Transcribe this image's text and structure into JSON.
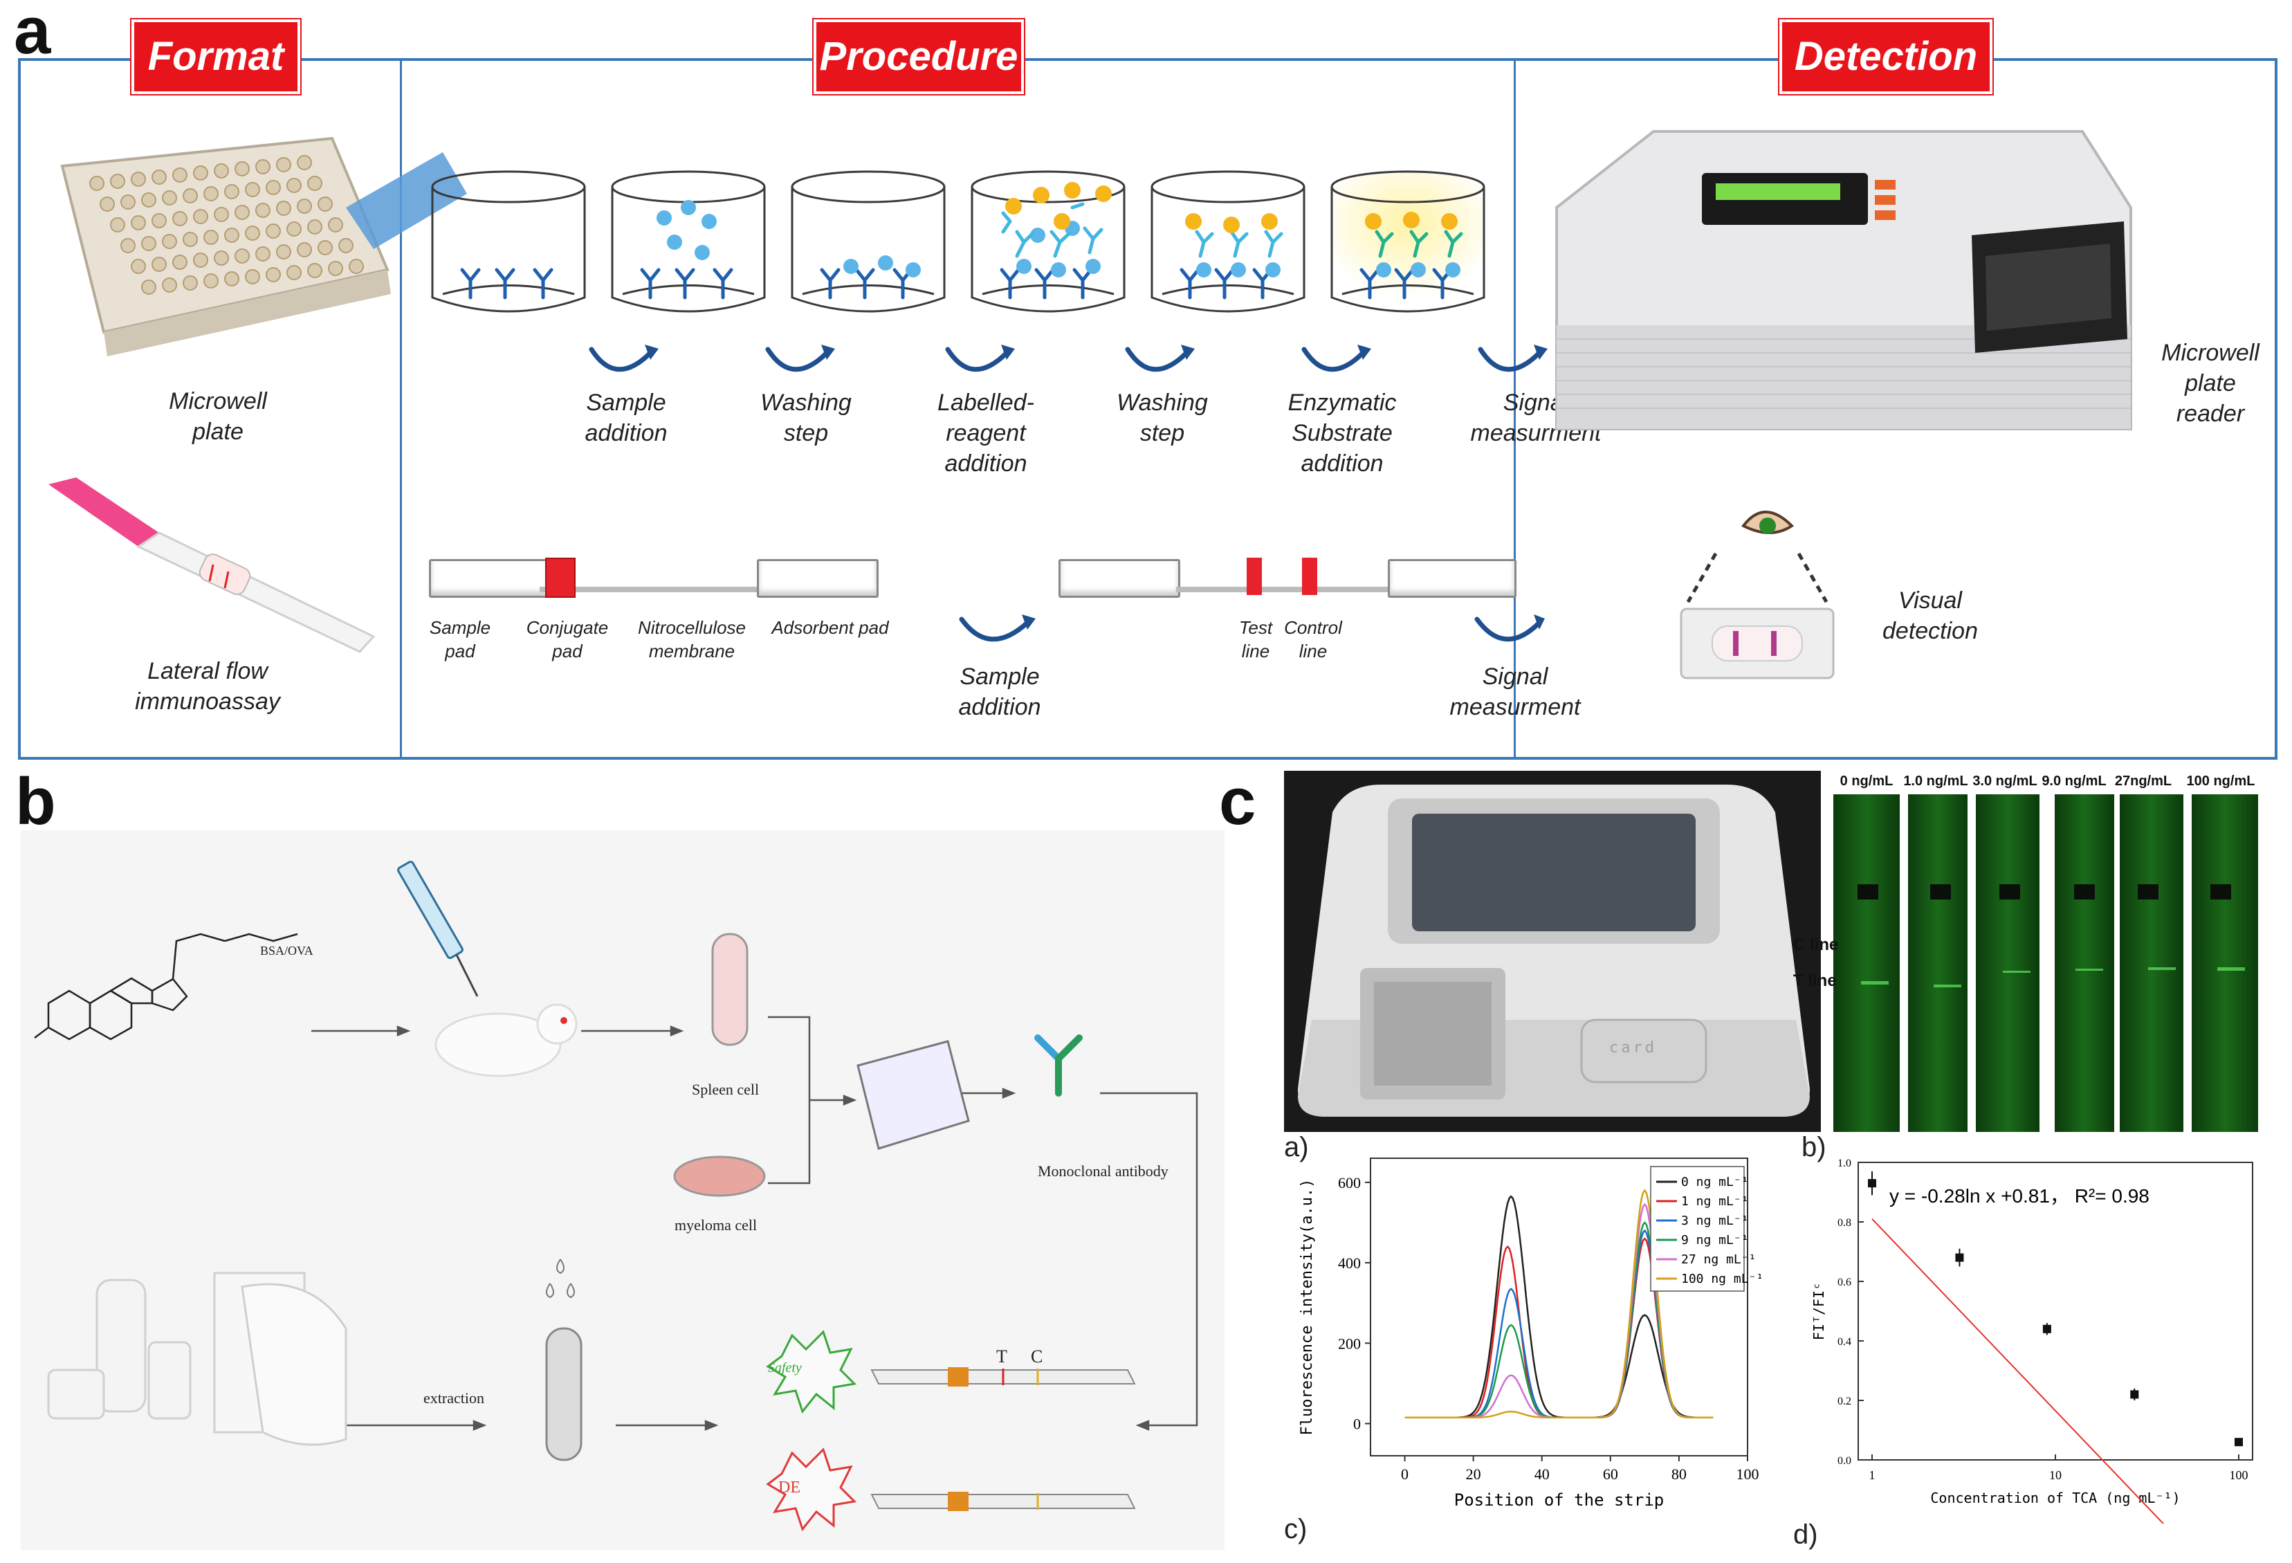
{
  "panel_a": {
    "letter": "a",
    "headers": {
      "format": "Format",
      "procedure": "Procedure",
      "detection": "Detection"
    },
    "format_labels": {
      "plate": "Microwell plate",
      "lfa": "Lateral flow immunoassay"
    },
    "elisa_steps": [
      "Sample addition",
      "Washing step",
      "Labelled- reagent addition",
      "Washing step",
      "Enzymatic Substrate addition",
      "Signal measurment"
    ],
    "strip_labels": {
      "sample_pad": "Sample pad",
      "conjugate_pad": "Conjugate pad",
      "nitrocellulose": "Nitrocellulose membrane",
      "adsorbent_pad": "Adsorbent pad",
      "test_line": "Test line",
      "control_line": "Control line"
    },
    "lfa_steps": {
      "sample": "Sample addition",
      "signal": "Signal measurment"
    },
    "detection_labels": {
      "reader": "Microwell plate reader",
      "visual": "Visual detection"
    }
  },
  "panel_b": {
    "letter": "b",
    "labels": {
      "conjugate": "BSA/OVA",
      "spleen": "Spleen cell",
      "myeloma": "myeloma cell",
      "antibody": "Monoclonal antibody",
      "extraction": "extraction",
      "safety": "Safety",
      "de": "DE",
      "t": "T",
      "c": "C"
    }
  },
  "panel_c": {
    "letter": "c",
    "device_card_text": "card",
    "gel": {
      "concentrations": [
        "0 ng/mL",
        "1.0 ng/mL",
        "3.0 ng/mL",
        "9.0 ng/mL",
        "27ng/mL",
        "100 ng/mL"
      ],
      "c_line": "C line",
      "t_line": "T line"
    },
    "sub_labels": {
      "a": "a)",
      "b": "b)",
      "c": "c)",
      "d": "d)"
    }
  },
  "chart_data": [
    {
      "type": "line",
      "xlabel": "Position of the strip",
      "ylabel": "Fluorescence intensity(a.u.)",
      "xlim": [
        -10,
        100
      ],
      "ylim": [
        -80,
        660
      ],
      "x_ticks": [
        0,
        20,
        40,
        60,
        80,
        100
      ],
      "y_ticks": [
        0,
        200,
        400,
        600
      ],
      "legend_position": "top-right",
      "series": [
        {
          "name": "0  ng mL⁻¹",
          "color": "#222222",
          "peaks": [
            {
              "x": 31,
              "y": 565
            },
            {
              "x": 70,
              "y": 270
            }
          ]
        },
        {
          "name": "1  ng mL⁻¹",
          "color": "#e02020",
          "peaks": [
            {
              "x": 30,
              "y": 440
            },
            {
              "x": 70,
              "y": 460
            }
          ]
        },
        {
          "name": "3  ng mL⁻¹",
          "color": "#1e6fd0",
          "peaks": [
            {
              "x": 31,
              "y": 335
            },
            {
              "x": 70,
              "y": 480
            }
          ]
        },
        {
          "name": "9  ng mL⁻¹",
          "color": "#1a9a4a",
          "peaks": [
            {
              "x": 31,
              "y": 245
            },
            {
              "x": 70,
              "y": 500
            }
          ]
        },
        {
          "name": "27  ng mL⁻¹",
          "color": "#d070d0",
          "peaks": [
            {
              "x": 31,
              "y": 120
            },
            {
              "x": 70,
              "y": 545
            }
          ]
        },
        {
          "name": "100  ng mL⁻¹",
          "color": "#d4a017",
          "peaks": [
            {
              "x": 31,
              "y": 30
            },
            {
              "x": 70,
              "y": 580
            }
          ]
        }
      ]
    },
    {
      "type": "scatter",
      "xlabel": "Concentration of TCA (ng mL⁻¹)",
      "ylabel": "FIᵀ/FIᶜ",
      "x_scale": "log",
      "xlim": [
        1,
        100
      ],
      "ylim": [
        0,
        1.0
      ],
      "x_ticks": [
        1,
        10,
        100
      ],
      "y_ticks": [
        0.0,
        0.2,
        0.4,
        0.6,
        0.8,
        1.0
      ],
      "equation": "y = -0.28ln x +0.81， R²= 0.98",
      "points": [
        {
          "x": 1,
          "y": 0.93,
          "err": 0.04
        },
        {
          "x": 3,
          "y": 0.68,
          "err": 0.03
        },
        {
          "x": 9,
          "y": 0.44,
          "err": 0.02
        },
        {
          "x": 27,
          "y": 0.22,
          "err": 0.02
        },
        {
          "x": 100,
          "y": 0.06,
          "err": 0.01
        }
      ],
      "fit": {
        "slope": -0.28,
        "intercept": 0.81
      }
    }
  ]
}
